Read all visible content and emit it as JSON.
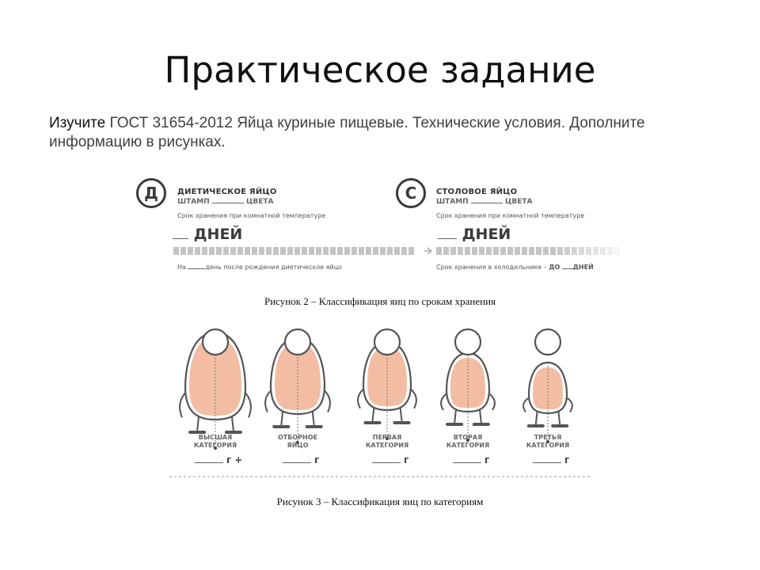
{
  "slide": {
    "title": "Практическое задание",
    "intro_lead": "Изучите",
    "intro_rest": " ГОСТ 31654-2012 Яйца куриные пищевые. Технические условия. Дополните информацию в рисунках."
  },
  "figure2": {
    "caption": "Рисунок 2 – Классификация яиц по срокам хранения",
    "left": {
      "badge": "Д",
      "title": "ДИЕТИЧЕСКОЕ ЯЙЦО",
      "stamp_prefix": "ШТАМП",
      "stamp_suffix": "ЦВЕТА",
      "storage_note": "Срок хранения при комнатной температуре",
      "days_label": "ДНЕЙ",
      "footer_prefix": "На",
      "footer_suffix": "день после рождения диетическое яйцо"
    },
    "right": {
      "badge": "С",
      "title": "СТОЛОВОЕ ЯЙЦО",
      "stamp_prefix": "ШТАМП",
      "stamp_suffix": "ЦВЕТА",
      "storage_note": "Срок хранения при комнатной температуре",
      "days_label": "ДНЕЙ",
      "footer_prefix": "Срок хранения в холодильнике –",
      "footer_mid": "ДО",
      "footer_suffix": "ДНЕЙ"
    }
  },
  "figure3": {
    "caption": "Рисунок 3 – Классификация яиц по категориям",
    "categories": [
      {
        "line1": "ВЫСШАЯ",
        "line2": "КАТЕГОРИЯ",
        "unit": "г +"
      },
      {
        "line1": "ОТБОРНОЕ",
        "line2": "ЯЙЦО",
        "unit": "г"
      },
      {
        "line1": "ПЕРВАЯ",
        "line2": "КАТЕГОРИЯ",
        "unit": "г"
      },
      {
        "line1": "ВТОРАЯ",
        "line2": "КАТЕГОРИЯ",
        "unit": "г"
      },
      {
        "line1": "ТРЕТЬЯ",
        "line2": "КАТЕГОРИЯ",
        "unit": "г"
      }
    ]
  },
  "colors": {
    "egg_fill": "#f2bda3",
    "egg_outline": "#555555",
    "bar": "#c4c4c4"
  }
}
